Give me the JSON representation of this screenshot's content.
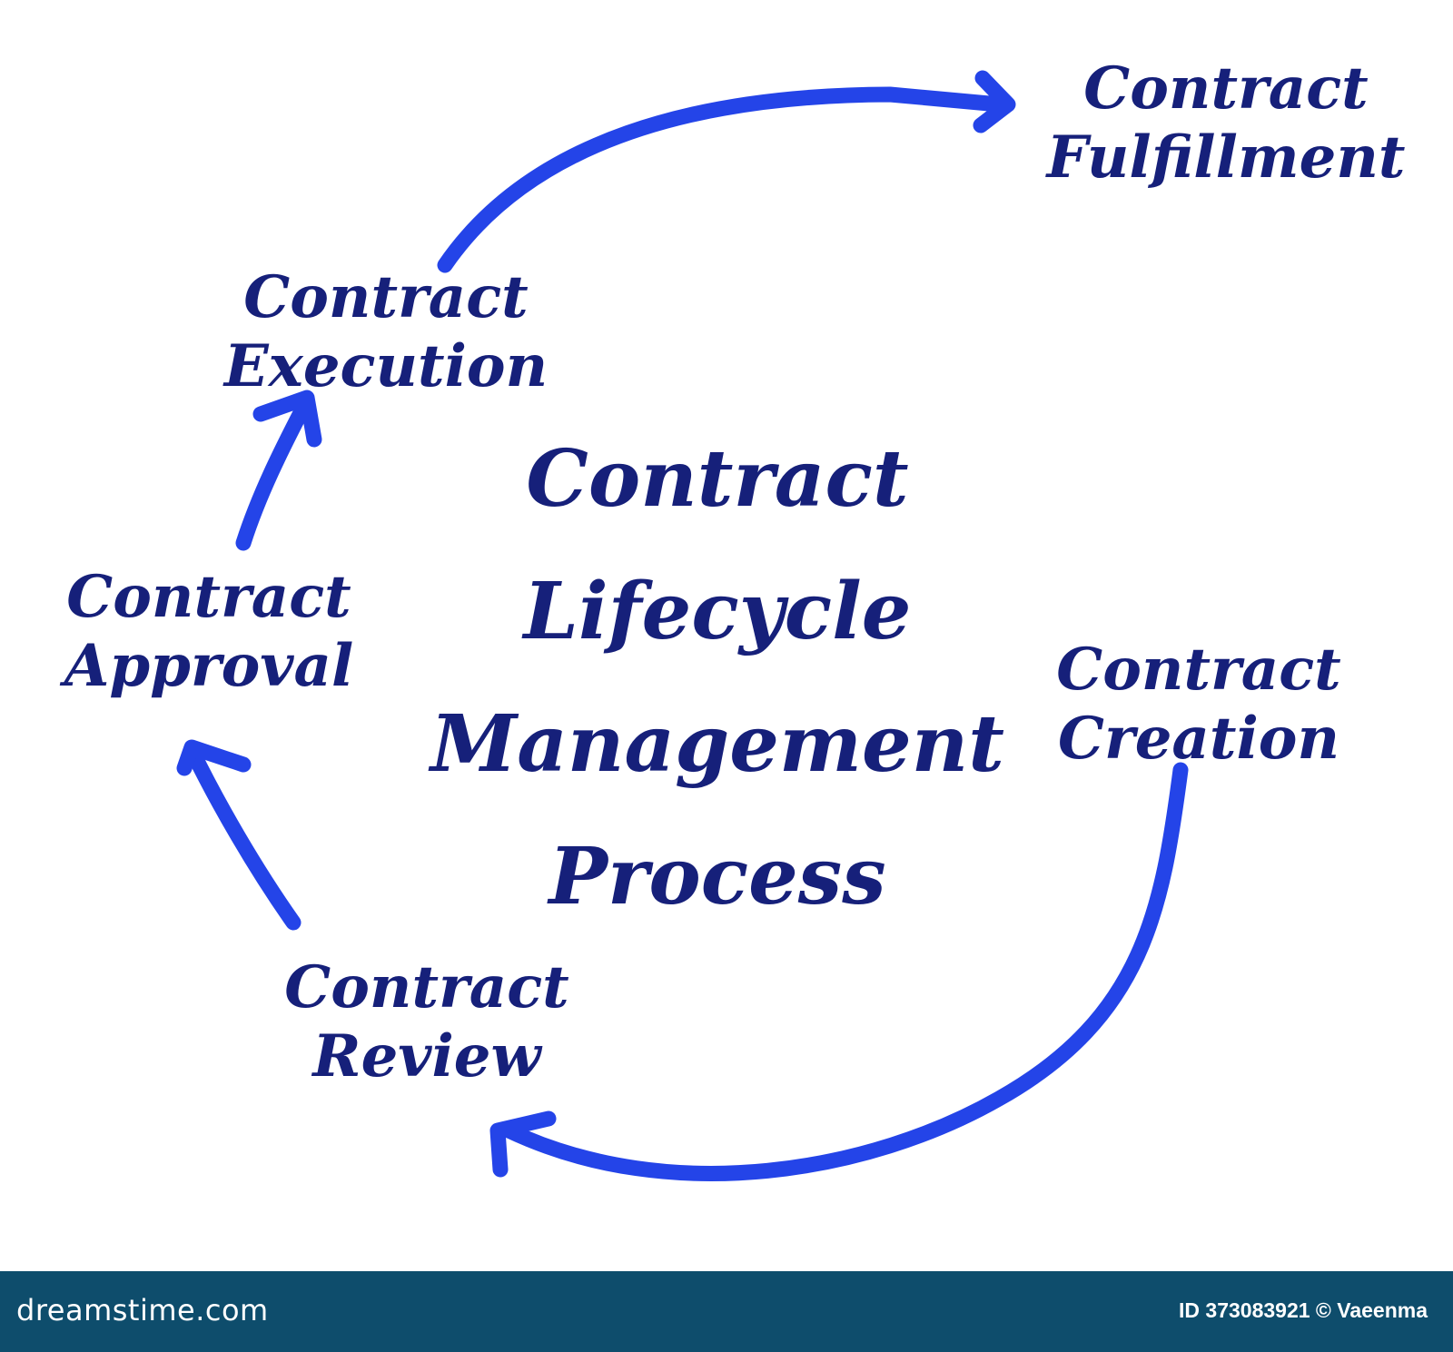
{
  "diagram": {
    "title_lines": [
      "Contract",
      "Lifecycle",
      "Management",
      "Process"
    ],
    "nodes": {
      "fulfillment": [
        "Contract",
        "Fulfillment"
      ],
      "execution": [
        "Contract",
        "Execution"
      ],
      "approval": [
        "Contract",
        "Approval"
      ],
      "creation": [
        "Contract",
        "Creation"
      ],
      "review": [
        "Contract",
        "Review"
      ]
    },
    "colors": {
      "text": "#16207a",
      "arrow": "#2444e8",
      "footer": "#0e4d6c"
    }
  },
  "footer": {
    "brand": "dreamstime.com",
    "credit": "ID 373083921 © Vaeenma"
  }
}
